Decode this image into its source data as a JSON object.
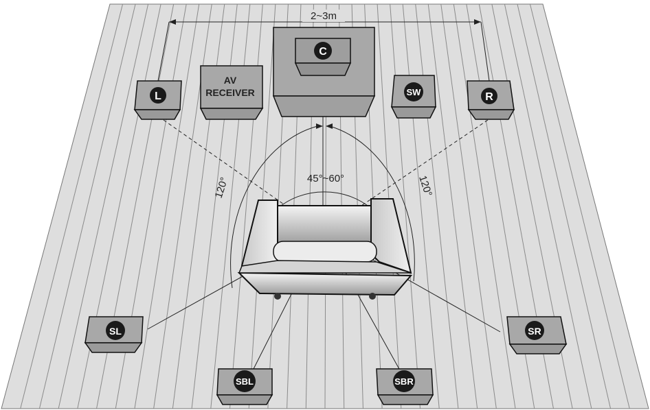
{
  "dimension_label": "2~3m",
  "angles": {
    "left": "120°",
    "right": "120°",
    "front": "45°~60°"
  },
  "receiver": {
    "line1": "AV",
    "line2": "RECEIVER"
  },
  "speakers": {
    "center": "C",
    "front_left": "L",
    "front_right": "R",
    "subwoofer": "SW",
    "surround_left": "SL",
    "surround_right": "SR",
    "surround_back_left": "SBL",
    "surround_back_right": "SBR"
  },
  "colors": {
    "floor": "#dcdcdc",
    "floor_lines": "#8a8a8a",
    "box_face": "#a8a8a8",
    "box_dark": "#7a7a7a",
    "badge": "#1a1a1a"
  }
}
